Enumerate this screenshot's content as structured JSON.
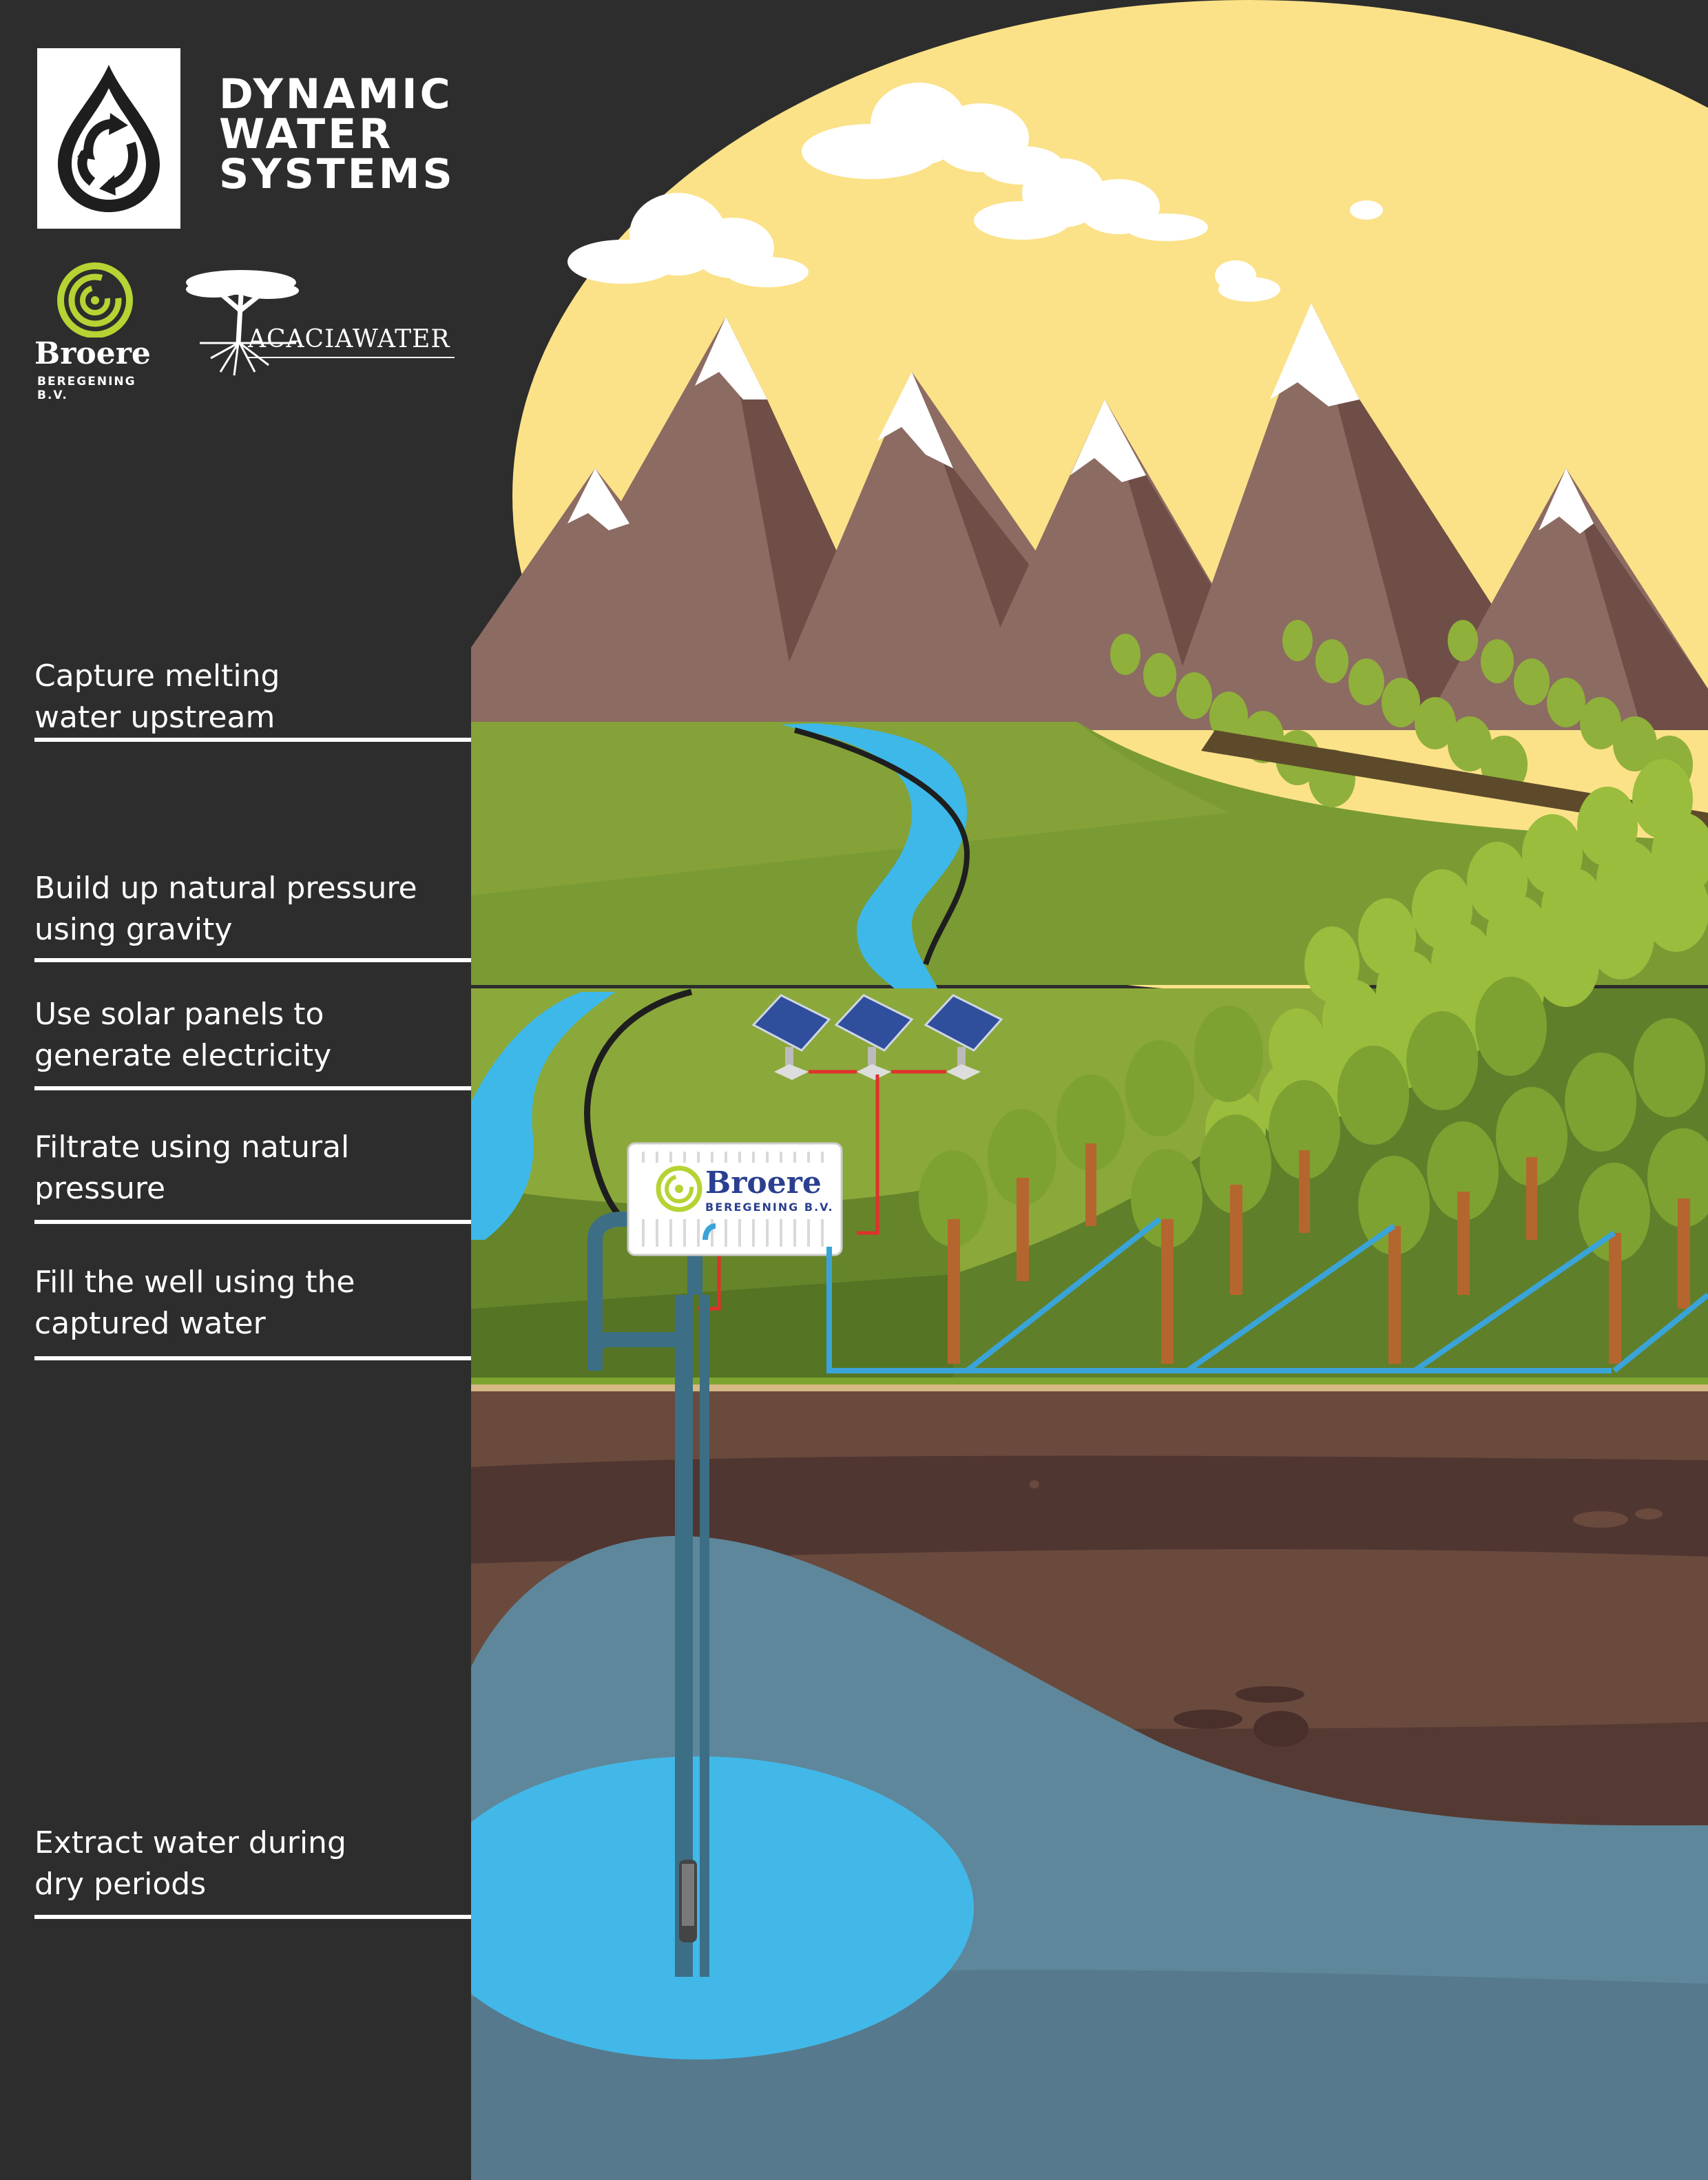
{
  "brand": {
    "title_lines": [
      "DYNAMIC",
      "WATER",
      "SYSTEMS"
    ]
  },
  "partners": {
    "broere_name": "Broere",
    "broere_sub": "BEREGENING B.V.",
    "acacia_name": "ACACIAWATER"
  },
  "steps": [
    {
      "lines": [
        "Capture melting",
        "water upstream"
      ],
      "icon": "mountain-river"
    },
    {
      "lines": [
        "Build up natural pressure",
        "using gravity"
      ],
      "icon": "pipe-hose"
    },
    {
      "lines": [
        "Use solar panels to",
        "generate electricity"
      ],
      "icon": "solar-panel"
    },
    {
      "lines": [
        "Filtrate using natural",
        "pressure"
      ],
      "icon": "filter-unit"
    },
    {
      "lines": [
        "Fill the well using the",
        "captured water"
      ],
      "icon": "well-pipe"
    },
    {
      "lines": [
        "Extract water during",
        "dry periods"
      ],
      "icon": "pump"
    }
  ],
  "filter_unit": {
    "name": "Broere",
    "sub": "BEREGENING B.V."
  },
  "colors": {
    "background": "#2d2d2d",
    "sky": "#fbe188",
    "mountain": "#8b6b62",
    "mountain_dark": "#6e4e47",
    "snow": "#ffffff",
    "grass": "#6f8f2f",
    "river": "#3db8e8",
    "soil": "#6b4a3e",
    "groundwater": "#5f879b",
    "aquifer": "#42b8e8",
    "pipe": "#3aa4d8",
    "wire": "#e0312c",
    "brand_green": "#b6d334"
  }
}
